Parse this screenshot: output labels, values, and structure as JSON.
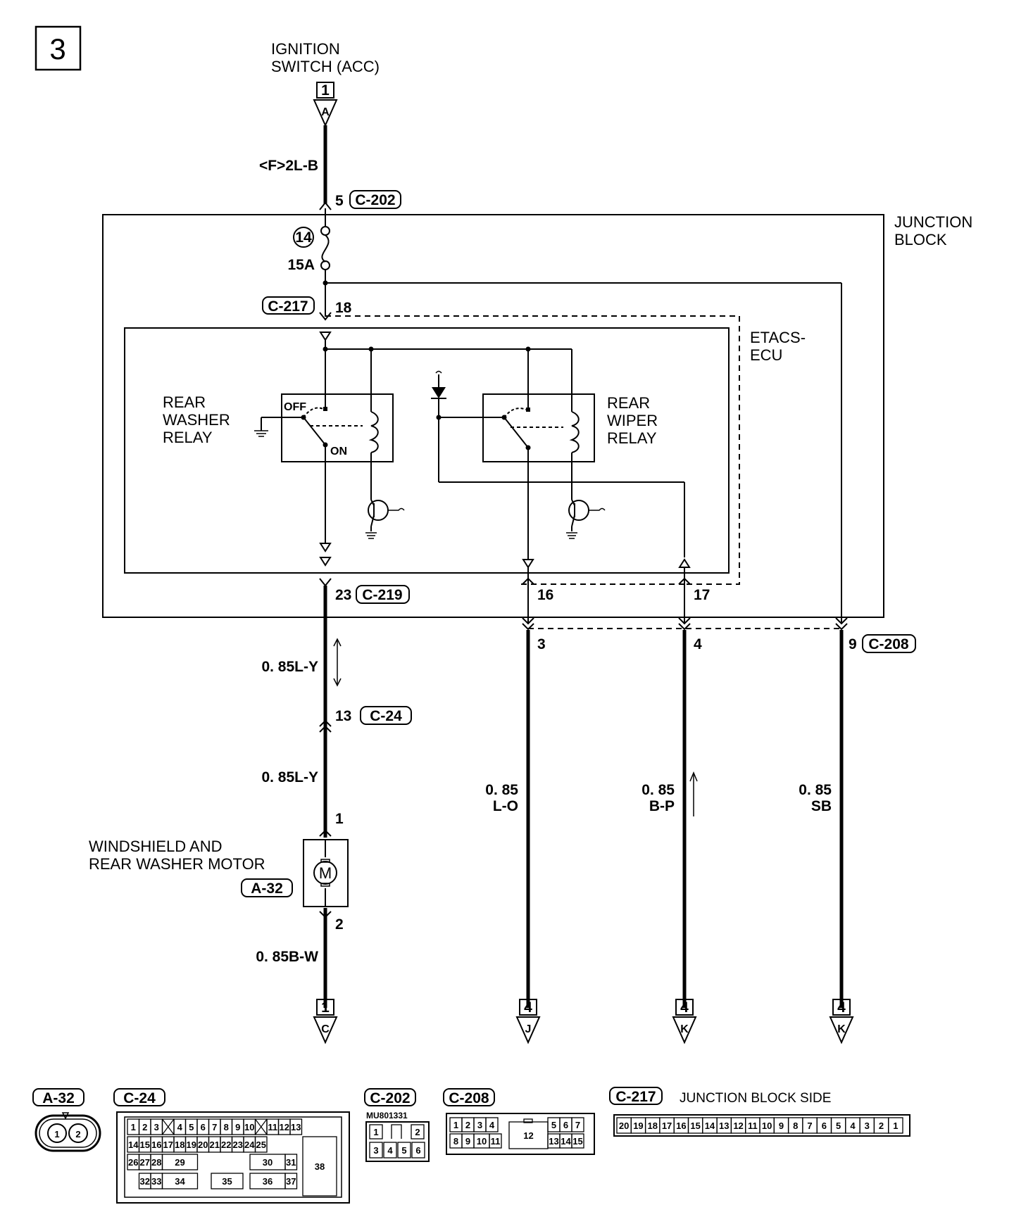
{
  "page_number": "3",
  "ignition": {
    "line1": "IGNITION",
    "line2": "SWITCH (ACC)"
  },
  "connectors_top": {
    "ref_num": "1",
    "ref_letter": "A"
  },
  "wire_f2lb": "<F>2L-B",
  "c202_pin": "5",
  "c202_tag": "C-202",
  "junction_block": {
    "line1": "JUNCTION",
    "line2": "BLOCK"
  },
  "fuse": {
    "number": "14",
    "rating": "15A"
  },
  "c217_tag": "C-217",
  "c217_pin": "18",
  "etacs": {
    "line1": "ETACS-",
    "line2": "ECU"
  },
  "rear_washer_relay": {
    "line1": "REAR",
    "line2": "WASHER",
    "line3": "RELAY",
    "off": "OFF",
    "on": "ON"
  },
  "rear_wiper_relay": {
    "line1": "REAR",
    "line2": "WIPER",
    "line3": "RELAY"
  },
  "c219_pin": "23",
  "c219_tag": "C-219",
  "pin16": "16",
  "pin17": "17",
  "pin3": "3",
  "pin4": "4",
  "pin9": "9",
  "c208_tag": "C-208",
  "wire_085ly_a": "0. 85L-Y",
  "c24_pin": "13",
  "c24_tag": "C-24",
  "wire_085ly_b": "0. 85L-Y",
  "motor_pin1": "1",
  "motor": {
    "line1": "WINDSHIELD AND",
    "line2": "REAR WASHER MOTOR",
    "tag": "A-32"
  },
  "motor_pin2": "2",
  "wire_085bw": "0. 85B-W",
  "wire_lo": {
    "line1": "0. 85",
    "line2": "L-O"
  },
  "wire_bp": {
    "line1": "0. 85",
    "line2": "B-P"
  },
  "wire_sb": {
    "line1": "0. 85",
    "line2": "SB"
  },
  "bottom_refs": [
    {
      "num": "1",
      "letter": "C"
    },
    {
      "num": "4",
      "letter": "J"
    },
    {
      "num": "4",
      "letter": "K"
    },
    {
      "num": "4",
      "letter": "K"
    }
  ],
  "legend": {
    "a32": "A-32",
    "c24": "C-24",
    "c202": "C-202",
    "c202_part": "MU801331",
    "c208": "C-208",
    "c217": "C-217",
    "c217_note": "JUNCTION BLOCK SIDE"
  },
  "a32_pins": [
    "1",
    "2"
  ],
  "c24_cells": [
    "1",
    "2",
    "3",
    "4",
    "5",
    "6",
    "7",
    "8",
    "9",
    "10",
    "11",
    "12",
    "13",
    "14",
    "15",
    "16",
    "17",
    "18",
    "19",
    "20",
    "21",
    "22",
    "23",
    "24",
    "25",
    "26",
    "27",
    "28",
    "29",
    "30",
    "31",
    "32",
    "33",
    "34",
    "35",
    "36",
    "37",
    "38"
  ],
  "c202_cells": [
    "1",
    "2",
    "3",
    "4",
    "5",
    "6"
  ],
  "c208_cells": [
    "1",
    "2",
    "3",
    "4",
    "5",
    "6",
    "7",
    "8",
    "9",
    "10",
    "11",
    "12",
    "13",
    "14",
    "15"
  ],
  "c217_cells": [
    "20",
    "19",
    "18",
    "17",
    "16",
    "15",
    "14",
    "13",
    "12",
    "11",
    "10",
    "9",
    "8",
    "7",
    "6",
    "5",
    "4",
    "3",
    "2",
    "1"
  ]
}
